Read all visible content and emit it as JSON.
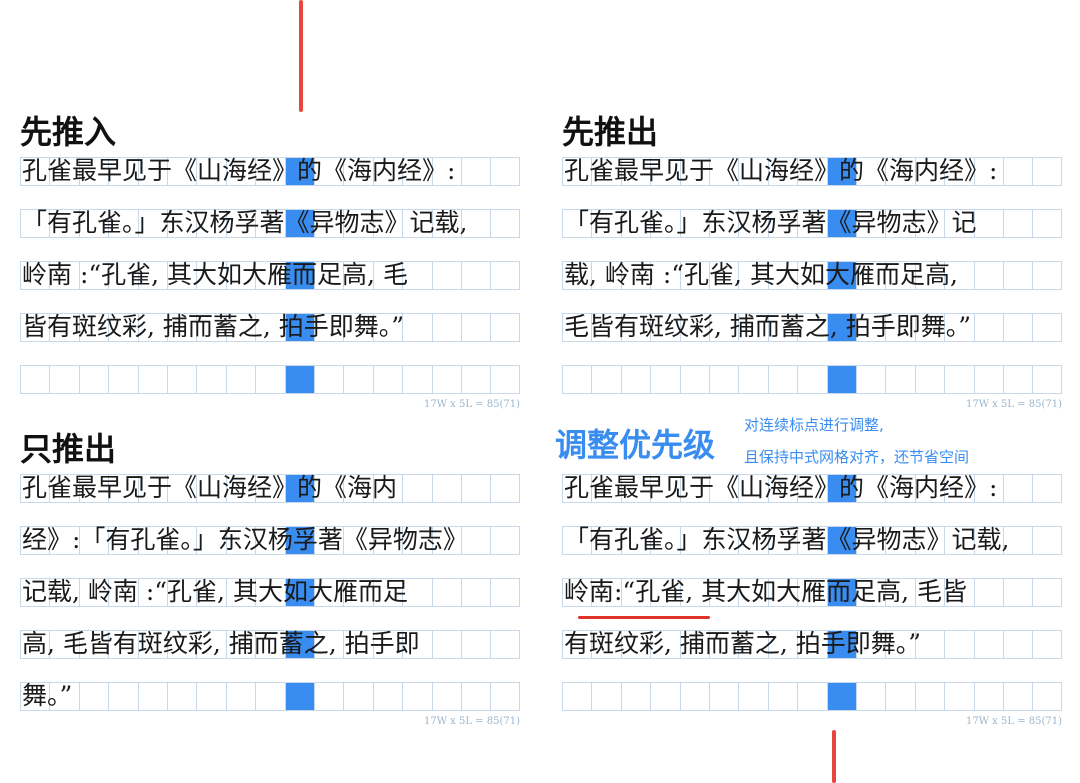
{
  "colors": {
    "accent": "#3a8df0",
    "grid": "#c6d8ea",
    "mark": "#e2332a"
  },
  "caption": "17W x 5L = 85(71)",
  "adjust": {
    "title": "调整优先级",
    "note_line1": "对连续标点进行调整,",
    "note_line2": "且保持中式网格对齐，还节省空间"
  },
  "panels": [
    {
      "title": "先推入",
      "rows": [
        "孔雀最早见于《山海经》的《海内经》:",
        "「有孔雀。」东汉杨孚著《异物志》记载,",
        "岭南 :“孔雀, 其大如大雁而足高, 毛",
        "皆有斑纹彩, 捕而蓄之, 拍手即舞。”",
        ""
      ],
      "highlight_col": 14.5
    },
    {
      "title": "先推出",
      "rows": [
        "孔雀最早见于《山海经》的《海内经》:",
        "「有孔雀。」东汉杨孚著《异物志》记",
        "载, 岭南 :“孔雀, 其大如大雁而足高,",
        "毛皆有斑纹彩, 捕而蓄之, 拍手即舞。”",
        ""
      ],
      "highlight_col": 14.5
    },
    {
      "title": "只推出",
      "rows": [
        "孔雀最早见于《山海经》的《海内",
        "经》:「有孔雀。」东汉杨孚著《异物志》",
        "记载, 岭南 :“孔雀, 其大如大雁而足",
        "高, 毛皆有斑纹彩, 捕而蓄之, 拍手即",
        "舞。”"
      ],
      "highlight_col": 14.5
    },
    {
      "title": "",
      "rows": [
        "孔雀最早见于《山海经》的《海内经》:",
        "「有孔雀。」东汉杨孚著《异物志》记载,",
        "岭南:“孔雀, 其大如大雁而足高, 毛皆",
        "有斑纹彩, 捕而蓄之, 拍手即舞。”",
        ""
      ],
      "highlight_col": 14.5
    }
  ]
}
